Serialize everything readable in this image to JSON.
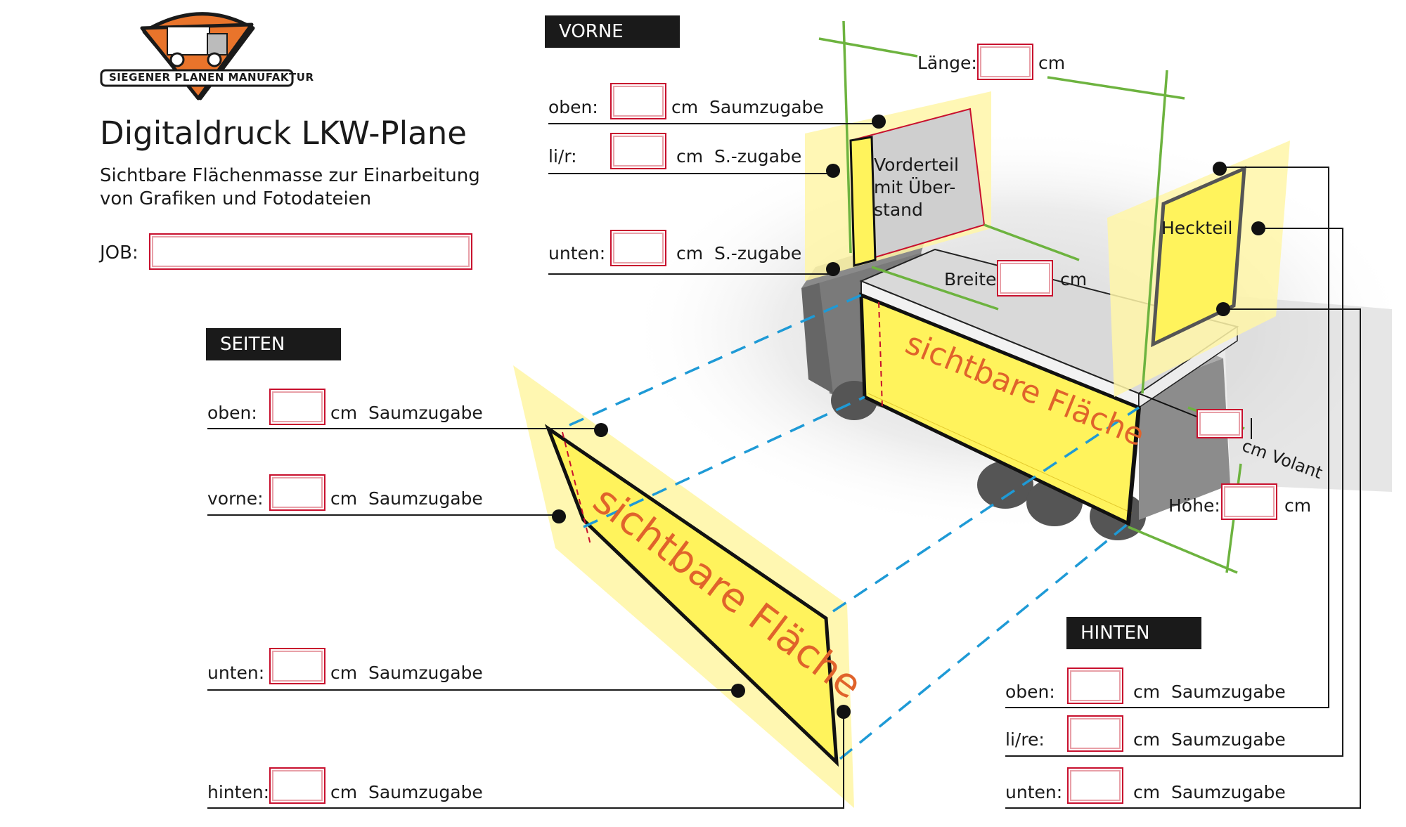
{
  "logo": {
    "text": "SIEGENER PLANEN MANUFAKTUR"
  },
  "title": "Digitaldruck LKW-Plane",
  "subtitle_line1": "Sichtbare Flächenmasse zur Einarbeitung",
  "subtitle_line2": "von Grafiken und Fotodateien",
  "job_label": "JOB:",
  "sections": {
    "vorne": {
      "header": "VORNE",
      "rows": [
        {
          "label": "oben:",
          "suffix": "cm  Saumzugabe"
        },
        {
          "label": "li/r:",
          "suffix": "cm  S.-zugabe"
        },
        {
          "label": "unten:",
          "suffix": "cm  S.-zugabe"
        }
      ]
    },
    "seiten": {
      "header": "SEITEN",
      "rows": [
        {
          "label": "oben:",
          "suffix": "cm  Saumzugabe"
        },
        {
          "label": "vorne:",
          "suffix": "cm  Saumzugabe"
        },
        {
          "label": "unten:",
          "suffix": "cm  Saumzugabe"
        },
        {
          "label": "hinten:",
          "suffix": "cm  Saumzugabe"
        }
      ]
    },
    "hinten": {
      "header": "HINTEN",
      "rows": [
        {
          "label": "oben:",
          "suffix": "cm  Saumzugabe"
        },
        {
          "label": "li/re:",
          "suffix": "cm  Saumzugabe"
        },
        {
          "label": "unten:",
          "suffix": "cm  Saumzugabe"
        }
      ]
    }
  },
  "dimensions": {
    "laenge_label": "Länge:",
    "breite_label": "Breite:",
    "hoehe_label": "Höhe:",
    "unit": "cm",
    "volant_label": "cm Volant"
  },
  "diagram_labels": {
    "vorderteil_line1": "Vorderteil",
    "vorderteil_line2": "mit Über-",
    "vorderteil_line3": "stand",
    "heckteil": "Heckteil",
    "visible_area": "sichtbare Fläche"
  },
  "colors": {
    "panel_yellow": "#fff6a8",
    "visible_yellow": "#fff35c",
    "accent_red": "#c8102e",
    "guide_green": "#6db33f",
    "dash_blue": "#1e9ad6",
    "logo_orange": "#e9742b"
  }
}
